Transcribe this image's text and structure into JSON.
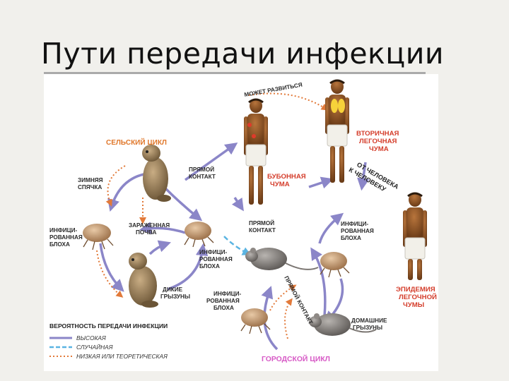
{
  "slide": {
    "title": "Пути передачи инфекции"
  },
  "cycles": {
    "rural": "СЕЛЬСКИЙ ЦИКЛ",
    "urban": "ГОРОДСКОЙ ЦИКЛ"
  },
  "labels": {
    "hibernation": [
      "ЗИМНЯЯ",
      "СПЯЧКА"
    ],
    "direct_contact_1": [
      "ПРЯМОЙ",
      "КОНТАКТ"
    ],
    "infected_soil": [
      "ЗАРАЖЕННАЯ",
      "ПОЧВА"
    ],
    "infected_flea_left": [
      "ИНФИЦИ-",
      "РОВАННАЯ",
      "БЛОХА"
    ],
    "infected_flea_mid": [
      "ИНФИЦИ-",
      "РОВАННАЯ",
      "БЛОХА"
    ],
    "wild_rodents": [
      "ДИКИЕ",
      "ГРЫЗУНЫ"
    ],
    "direct_contact_2": [
      "ПРЯМОЙ",
      "КОНТАКТ"
    ],
    "infected_flea_right": [
      "ИНФИЦИ-",
      "РОВАННАЯ",
      "БЛОХА"
    ],
    "infected_flea_bottom": [
      "ИНФИЦИ-",
      "РОВАННАЯ",
      "БЛОХА"
    ],
    "domestic_rodents": [
      "ДОМАШНИЕ",
      "ГРЫЗУНЫ"
    ],
    "direct_contact_diag": "ПРЯМОЙ КОНТАКТ",
    "may_develop": "МОЖЕТ РАЗВИТЬСЯ",
    "bubonic_plague": [
      "БУБОННАЯ",
      "ЧУМА"
    ],
    "secondary_pneumonic": [
      "ВТОРИЧНАЯ",
      "ЛЕГОЧНАЯ",
      "ЧУМА"
    ],
    "human_to_human": [
      "ОТ ЧЕЛОВЕКА",
      "К ЧЕЛОВЕКУ"
    ],
    "pneumonic_epidemic": [
      "ЭПИДЕМИЯ",
      "ЛЕГОЧНОЙ",
      "ЧУМЫ"
    ]
  },
  "legend": {
    "title": "ВЕРОЯТНОСТЬ ПЕРЕДАЧИ ИНФЕКЦИИ",
    "items": [
      {
        "label": "ВЫСОКАЯ",
        "color": "#8b86c8",
        "style": "solid"
      },
      {
        "label": "СЛУЧАЙНАЯ",
        "color": "#5ab4e2",
        "style": "dashed"
      },
      {
        "label": "НИЗКАЯ ИЛИ ТЕОРЕТИЧЕСКАЯ",
        "color": "#e27a3a",
        "style": "dotted"
      }
    ]
  },
  "colors": {
    "high": "#8b86c8",
    "occasional": "#5ab4e2",
    "low": "#e27a3a",
    "rural_title": "#e0772a",
    "urban_title": "#d75ac6",
    "plague_red": "#d43c2a"
  }
}
